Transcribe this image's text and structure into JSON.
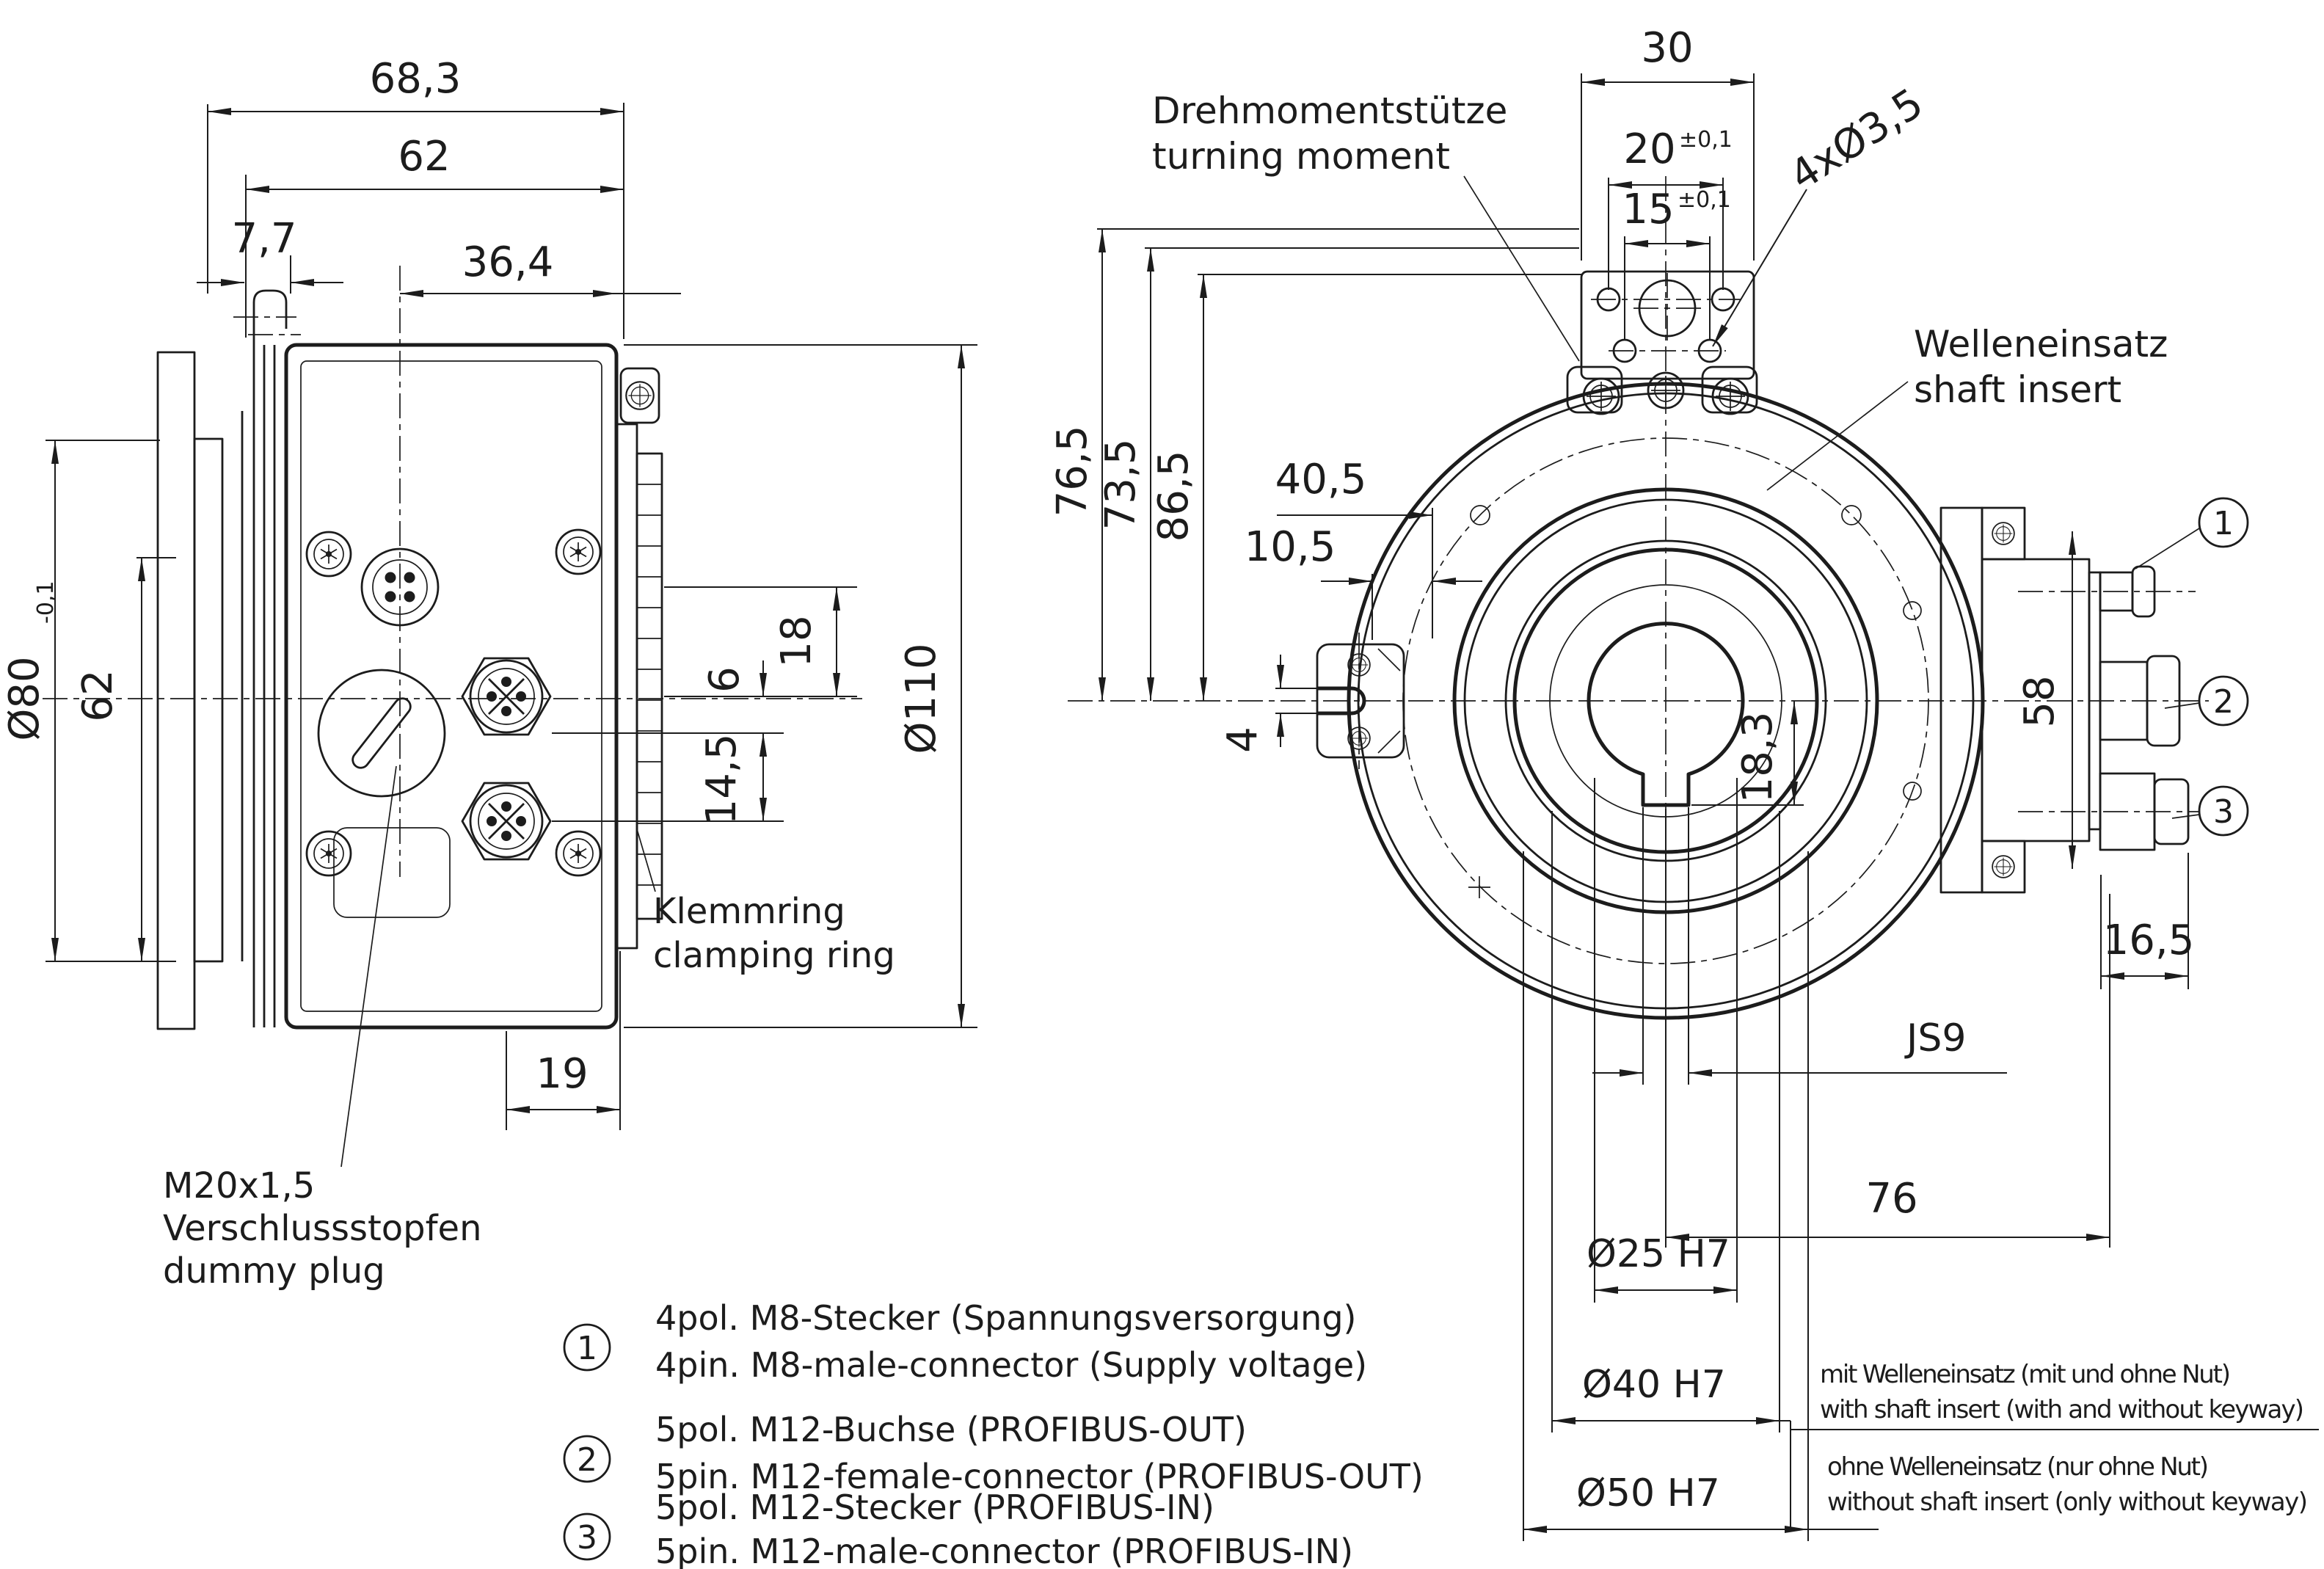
{
  "colors": {
    "ink": "#1c1c1c",
    "paper": "#ffffff"
  },
  "left": {
    "dims": {
      "width_total": "68,3",
      "width_62": "62",
      "tab": "7,7",
      "depth_36_4": "36,4",
      "flange_dia": "Ø80",
      "flange_dia_tol": "-0,1",
      "flange_62": "62",
      "off_18": "18",
      "off_6": "6",
      "off_14_5": "14,5",
      "housing_dia": "Ø110",
      "off_19": "19"
    },
    "labels": {
      "clamp_de": "Klemmring",
      "clamp_en": "clamping ring",
      "plug_thread": "M20x1,5",
      "plug_de": "Verschlussstopfen",
      "plug_en": "dummy plug"
    }
  },
  "right": {
    "dims": {
      "bracket_30": "30",
      "bracket_20": "20",
      "bracket_20_tol": "±0,1",
      "bracket_15": "15",
      "bracket_15_tol": "±0,1",
      "holes": "4xØ3,5",
      "h_76_5": "76,5",
      "h_73_5": "73,5",
      "h_86_5": "86,5",
      "w_40_5": "40,5",
      "w_10_5": "10,5",
      "slot_4": "4",
      "key_18_3": "18,3",
      "flange_58": "58",
      "conn_16_5": "16,5",
      "key_js9": "JS9",
      "w_76": "76",
      "bore_25": "Ø25 H7",
      "bore_40": "Ø40 H7",
      "bore_50": "Ø50 H7"
    },
    "labels": {
      "torque_de": "Drehmomentstütze",
      "torque_en": "turning moment",
      "shaft_de": "Welleneinsatz",
      "shaft_en": "shaft insert",
      "with_de": "mit Welleneinsatz (mit und ohne Nut)",
      "with_en": "with shaft insert (with and without keyway)",
      "without_de": "ohne Welleneinsatz (nur ohne Nut)",
      "without_en": "without shaft insert (only without keyway)"
    },
    "callouts": {
      "c1": "1",
      "c2": "2",
      "c3": "3"
    }
  },
  "legend": {
    "items": [
      {
        "num": "1",
        "de": "4pol. M8-Stecker (Spannungsversorgung)",
        "en": "4pin. M8-male-connector (Supply voltage)"
      },
      {
        "num": "2",
        "de": "5pol. M12-Buchse (PROFIBUS-OUT)",
        "en": "5pin. M12-female-connector (PROFIBUS-OUT)"
      },
      {
        "num": "3",
        "de": "5pol. M12-Stecker (PROFIBUS-IN)",
        "en": "5pin. M12-male-connector (PROFIBUS-IN)"
      }
    ]
  }
}
